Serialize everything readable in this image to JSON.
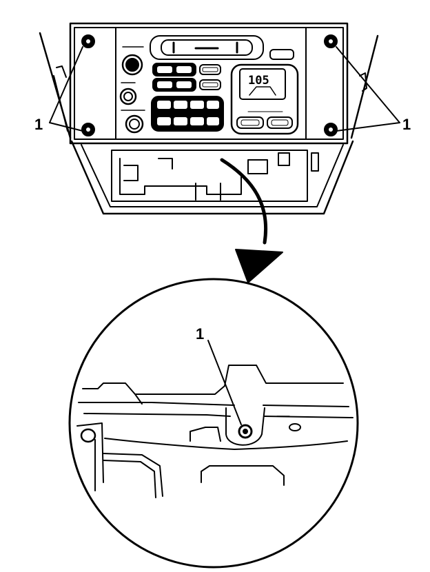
{
  "diagram": {
    "callouts": {
      "left": "1",
      "right": "1",
      "detail": "1"
    },
    "radio_display": "105",
    "colors": {
      "ink": "#000000",
      "paper": "#ffffff"
    }
  }
}
